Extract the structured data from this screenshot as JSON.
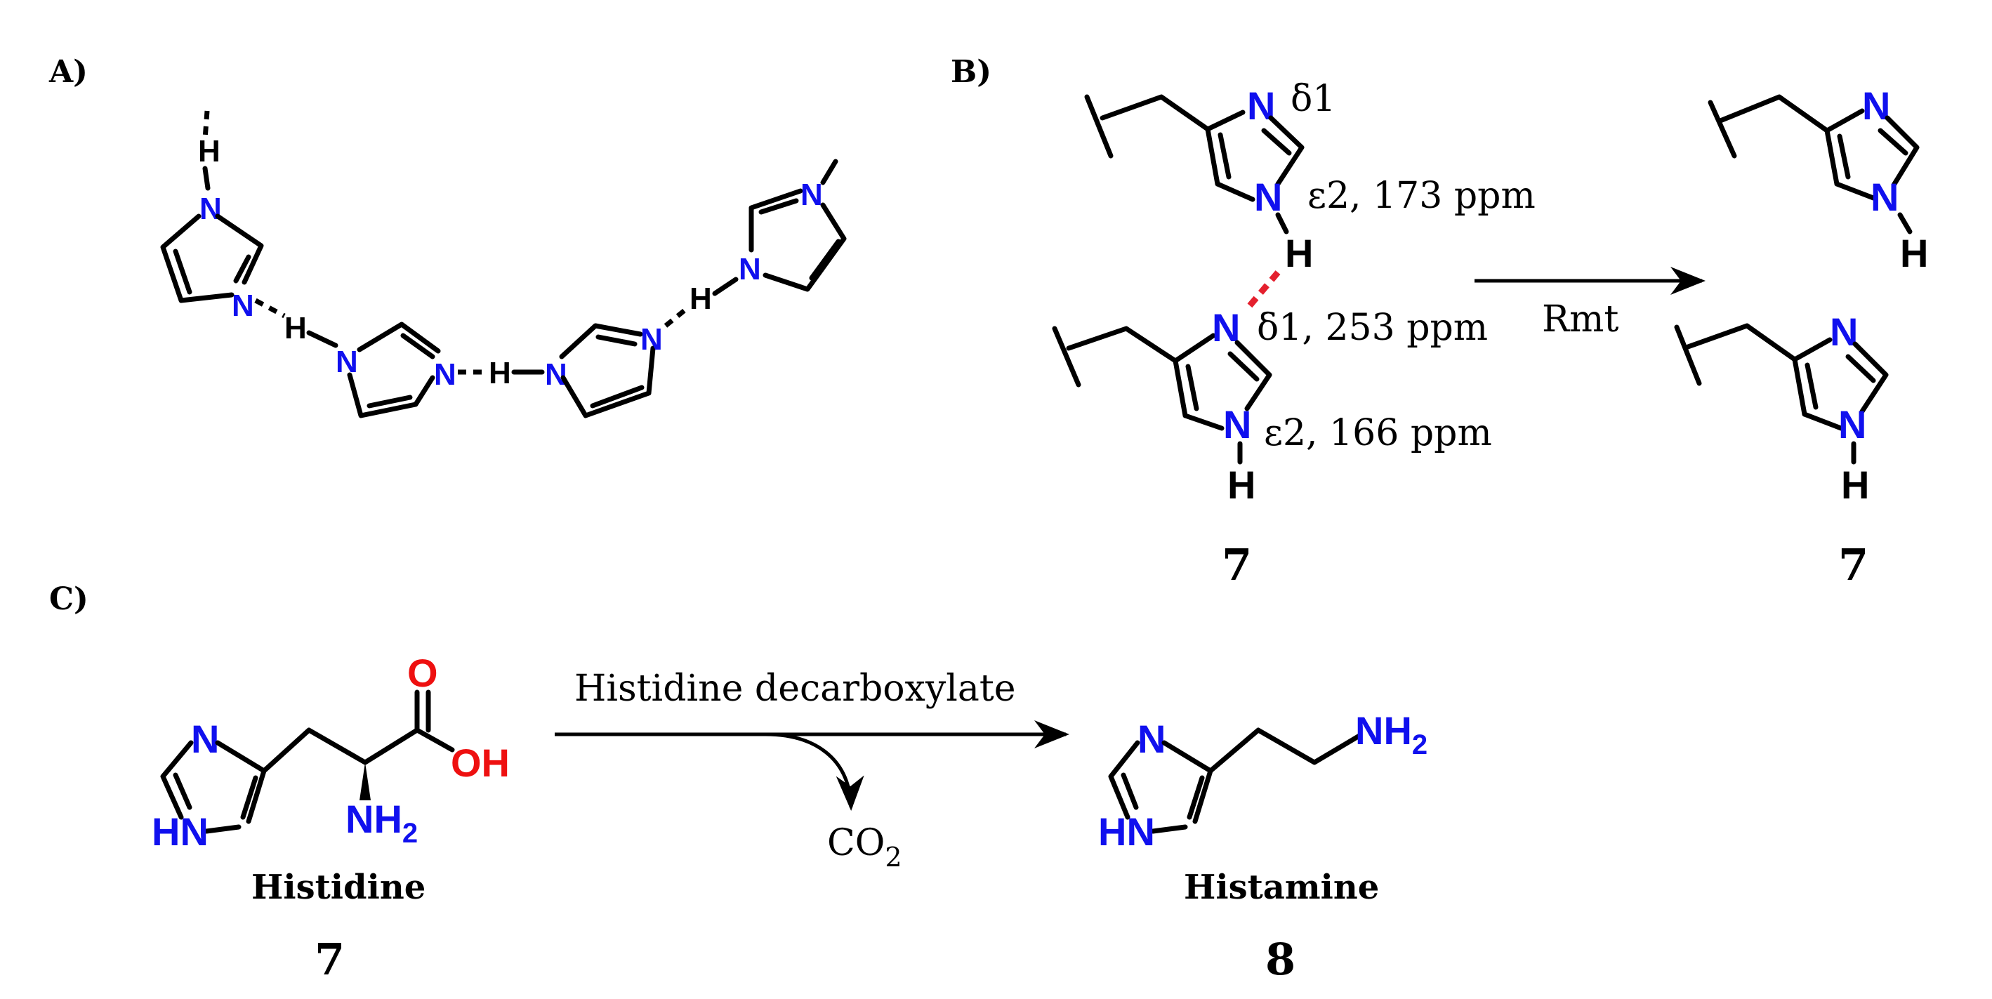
{
  "panels": {
    "a": "A)",
    "b": "B)",
    "c": "C)"
  },
  "atoms": {
    "N": "N",
    "H": "H",
    "O": "O",
    "HN": "HN",
    "NH": "NH",
    "OH": "OH",
    "sub2": "2"
  },
  "panel_b": {
    "delta1_top": "δ1",
    "eps2_top": "ε2, 173 ppm",
    "delta1_bottom": "δ1, 253 ppm",
    "eps2_bottom": "ε2, 166 ppm",
    "arrow_label": "Rmt",
    "compound_left": "7",
    "compound_right": "7"
  },
  "panel_c": {
    "arrow_label": "Histidine decarboxylate",
    "byproduct": "CO",
    "byproduct_sub": "2",
    "reactant_name": "Histidine",
    "reactant_number": "7",
    "product_name": "Histamine",
    "product_number": "8"
  },
  "colors": {
    "nitrogen": "#1010ee",
    "oxygen": "#ee1010",
    "hbond_highlight": "#e4202e",
    "bond": "#000000"
  }
}
